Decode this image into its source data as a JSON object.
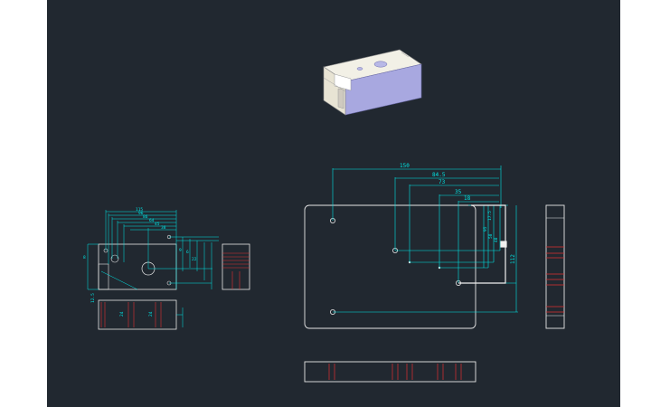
{
  "drawing": {
    "colors": {
      "background": "#212830",
      "outer": "#ffffff",
      "geometry": "#e6e6e6",
      "dimension": "#00e5e5",
      "hidden": "#e03030",
      "block_top": "#f2f0e6",
      "block_front": "#a8a8e0",
      "block_side": "#e8e4d4"
    },
    "main_view": {
      "dims": {
        "d150": "150",
        "d84_5": "84.5",
        "d73": "73",
        "d35": "35",
        "d18": "18",
        "d112": "112",
        "d17_5": "17.5",
        "d95": "95",
        "d58": "58",
        "d40": "40"
      }
    },
    "small_view": {
      "dims": {
        "a": "115",
        "b": "96",
        "c": "86",
        "d": "64",
        "e": "45",
        "f": "38",
        "g": "9",
        "h": "6",
        "r": "8",
        "s": "22",
        "t": "24",
        "u": "24",
        "v": "12.5"
      }
    }
  }
}
